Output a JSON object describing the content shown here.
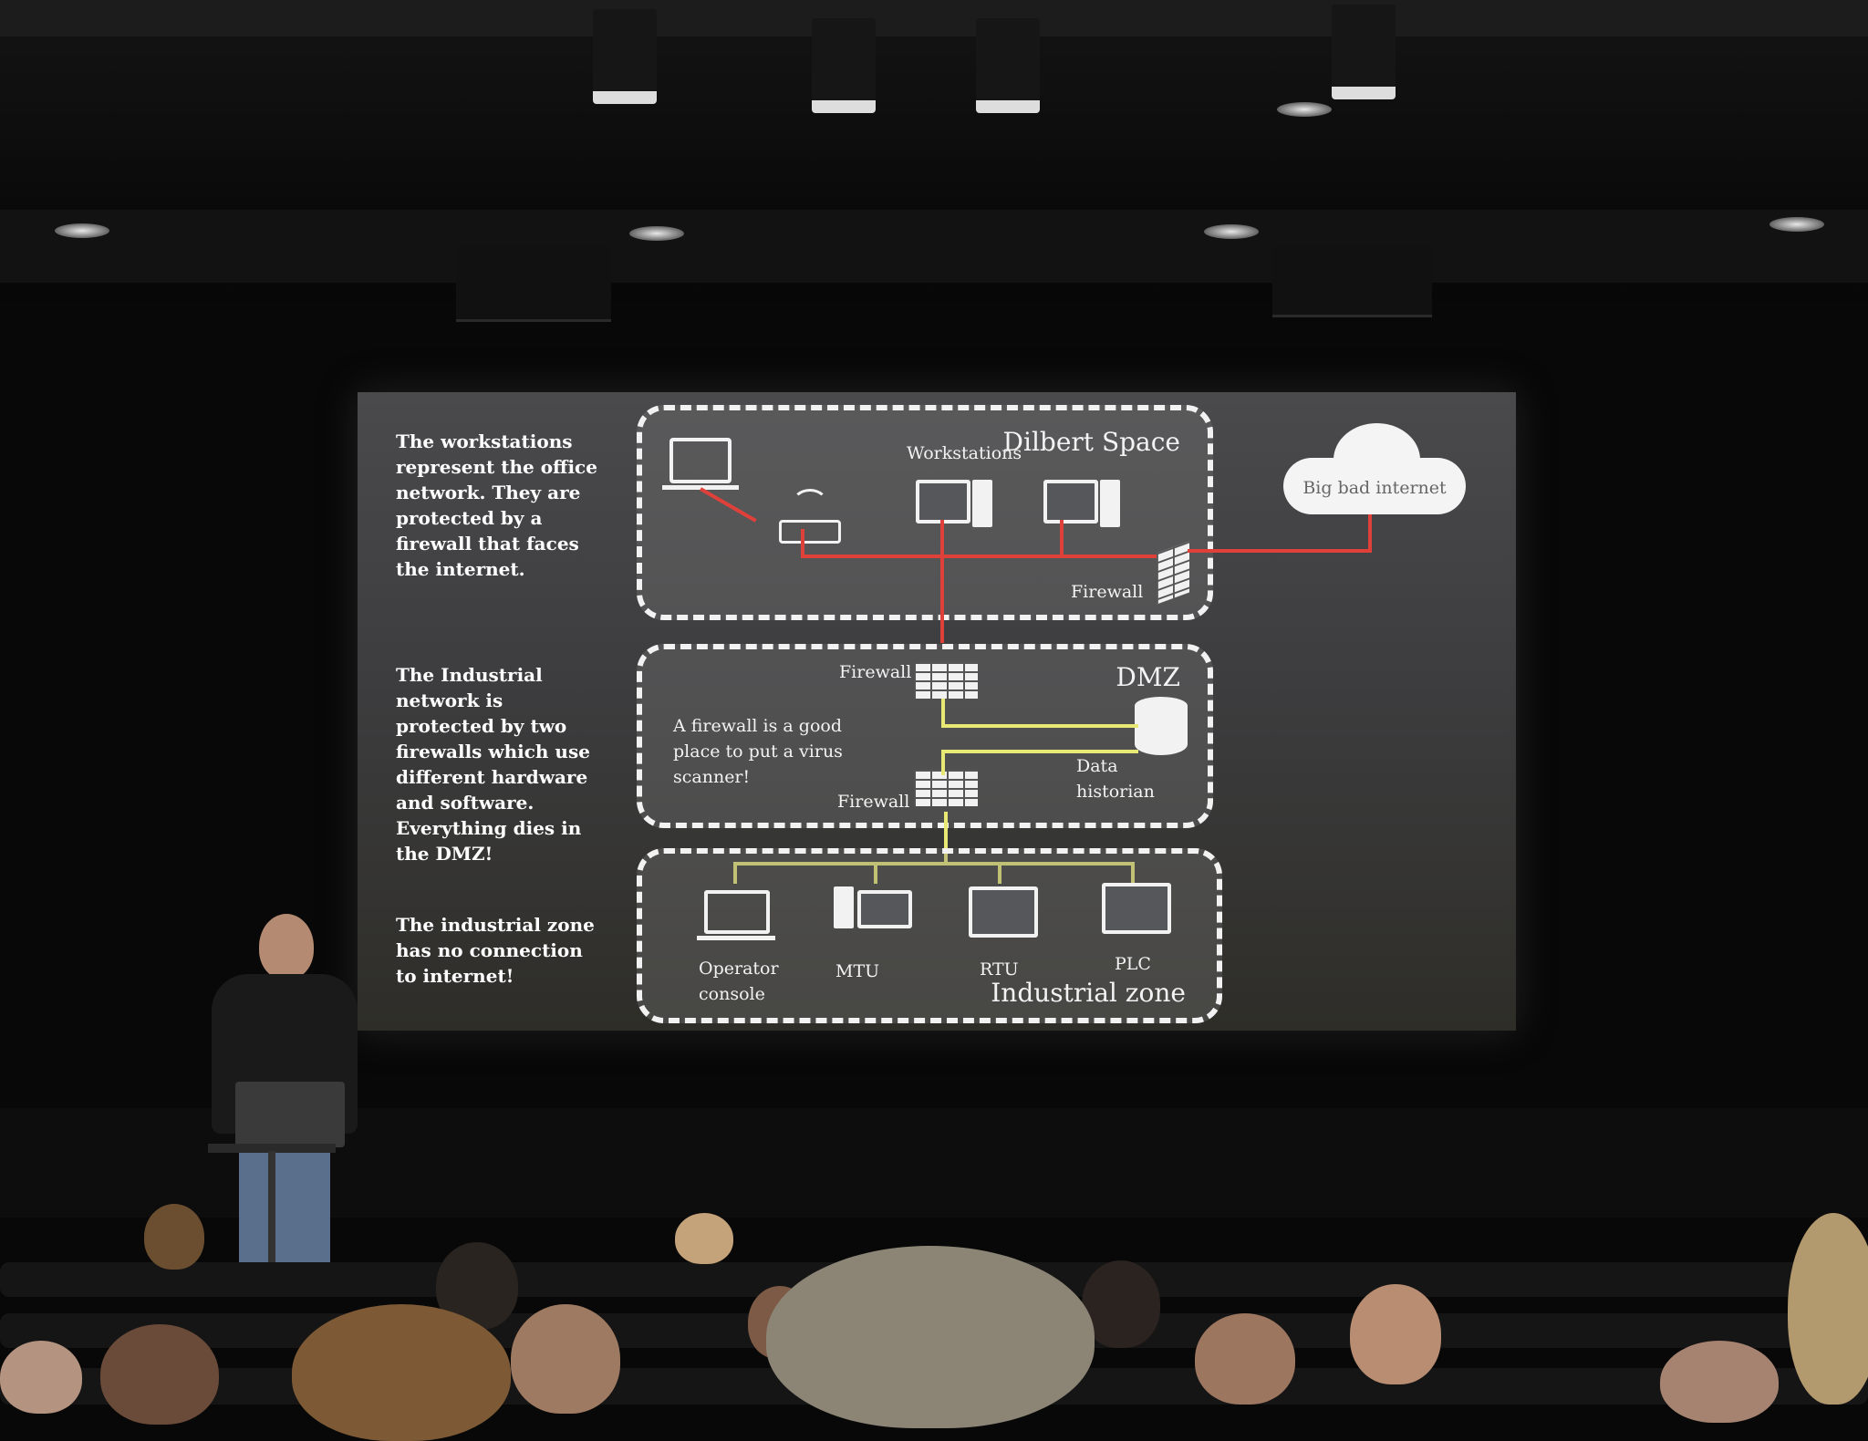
{
  "slide": {
    "side_notes": [
      "The workstations represent the office network. They are protected by a firewall that faces the internet.",
      "The Industrial network is protected by two firewalls which use different hardware and software. Everything dies in the DMZ!",
      "The industrial zone has no connection to internet!"
    ],
    "zones": {
      "office": {
        "title": "Dilbert Space",
        "workstations_label": "Workstations",
        "firewall_label": "Firewall"
      },
      "dmz": {
        "title": "DMZ",
        "firewall_top_label": "Firewall",
        "firewall_bottom_label": "Firewall",
        "note": "A firewall is a good place to put a virus scanner!",
        "historian_label": "Data historian"
      },
      "industrial": {
        "title": "Industrial zone",
        "devices": [
          "Operator console",
          "MTU",
          "RTU",
          "PLC"
        ]
      }
    },
    "cloud_label": "Big bad internet",
    "colors": {
      "office_link": "#e0403a",
      "industrial_link": "#e8e874",
      "zone_border": "#f2f2f2"
    }
  }
}
